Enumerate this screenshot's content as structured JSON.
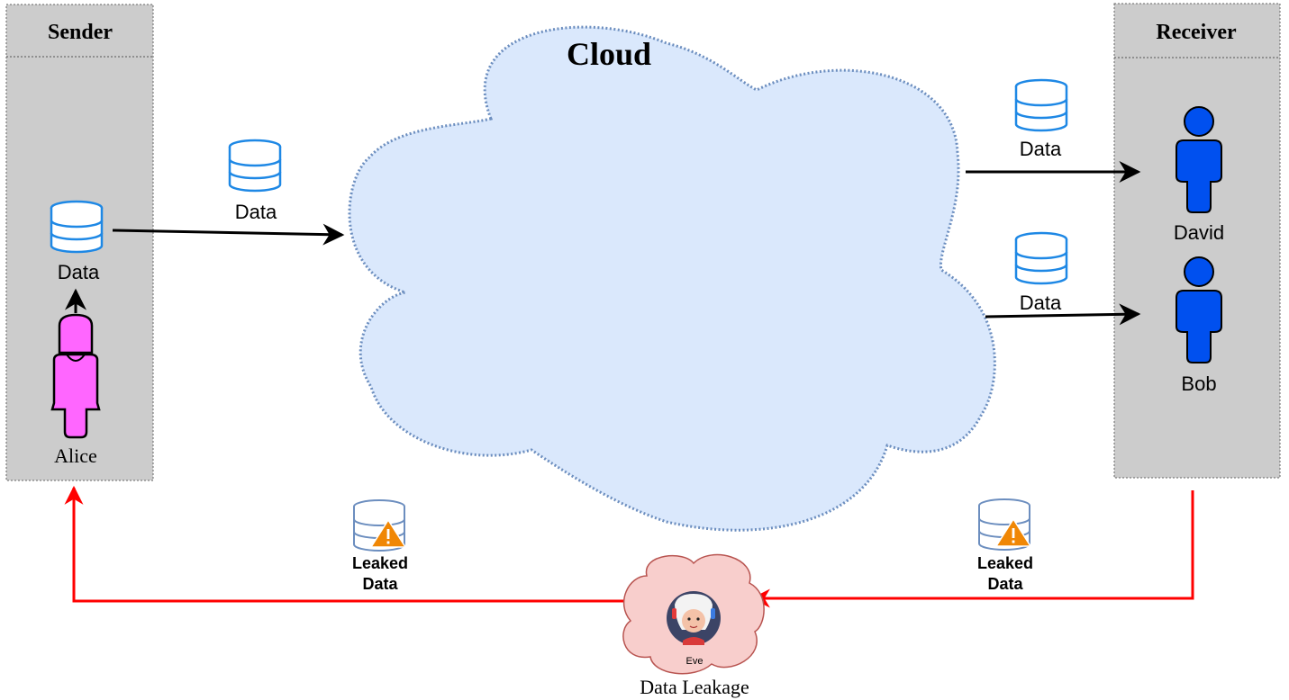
{
  "sender": {
    "title": "Sender",
    "person": "Alice",
    "data_label": "Data"
  },
  "receiver": {
    "title": "Receiver",
    "people": [
      "David",
      "Bob"
    ]
  },
  "cloud": {
    "title": "Cloud"
  },
  "flows": {
    "sender_to_cloud": "Data",
    "cloud_to_david": "Data",
    "cloud_to_bob": "Data"
  },
  "leaks": {
    "left_label_line1": "Leaked",
    "left_label_line2": "Data",
    "right_label_line1": "Leaked",
    "right_label_line2": "Data"
  },
  "attacker": {
    "name": "Eve",
    "caption": "Data Leakage"
  },
  "colors": {
    "panel": "#cccccc",
    "cloud_fill": "#dae8fc",
    "cloud_stroke": "#6c8ebf",
    "db_icon": "#1e88e5",
    "receiver_person": "#0050ef",
    "sender_person": "#ff66ff",
    "leak_arrow": "#ff0000",
    "eve_cloud": "#f8cecc",
    "warning": "#f08705"
  }
}
